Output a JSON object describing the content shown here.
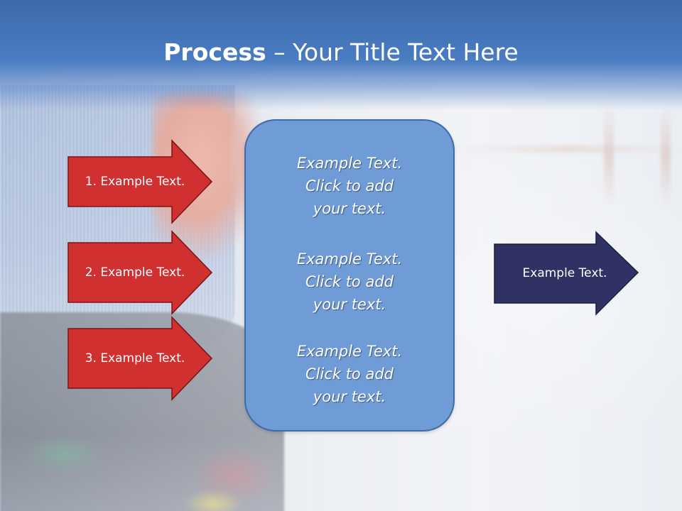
{
  "slide": {
    "title_bold": "Process",
    "title_rest": " – Your Title Text Here"
  },
  "steps": [
    {
      "label": "1. Example Text."
    },
    {
      "label": "2. Example Text."
    },
    {
      "label": "3. Example Text."
    }
  ],
  "center_box": {
    "blocks": [
      {
        "line1": "Example Text.",
        "line2": "Click  to add",
        "line3": "your text."
      },
      {
        "line1": "Example Text.",
        "line2": "Click  to add",
        "line3": "your text."
      },
      {
        "line1": "Example Text.",
        "line2": "Click  to add",
        "line3": "your text."
      }
    ]
  },
  "result_arrow": {
    "label": "Example Text."
  },
  "colors": {
    "header": "#4a7cc2",
    "step_arrow_fill": "#d0302f",
    "step_arrow_border": "#7a1414",
    "center_box_fill": "#6f9cd6",
    "result_arrow_fill": "#2f3263"
  }
}
